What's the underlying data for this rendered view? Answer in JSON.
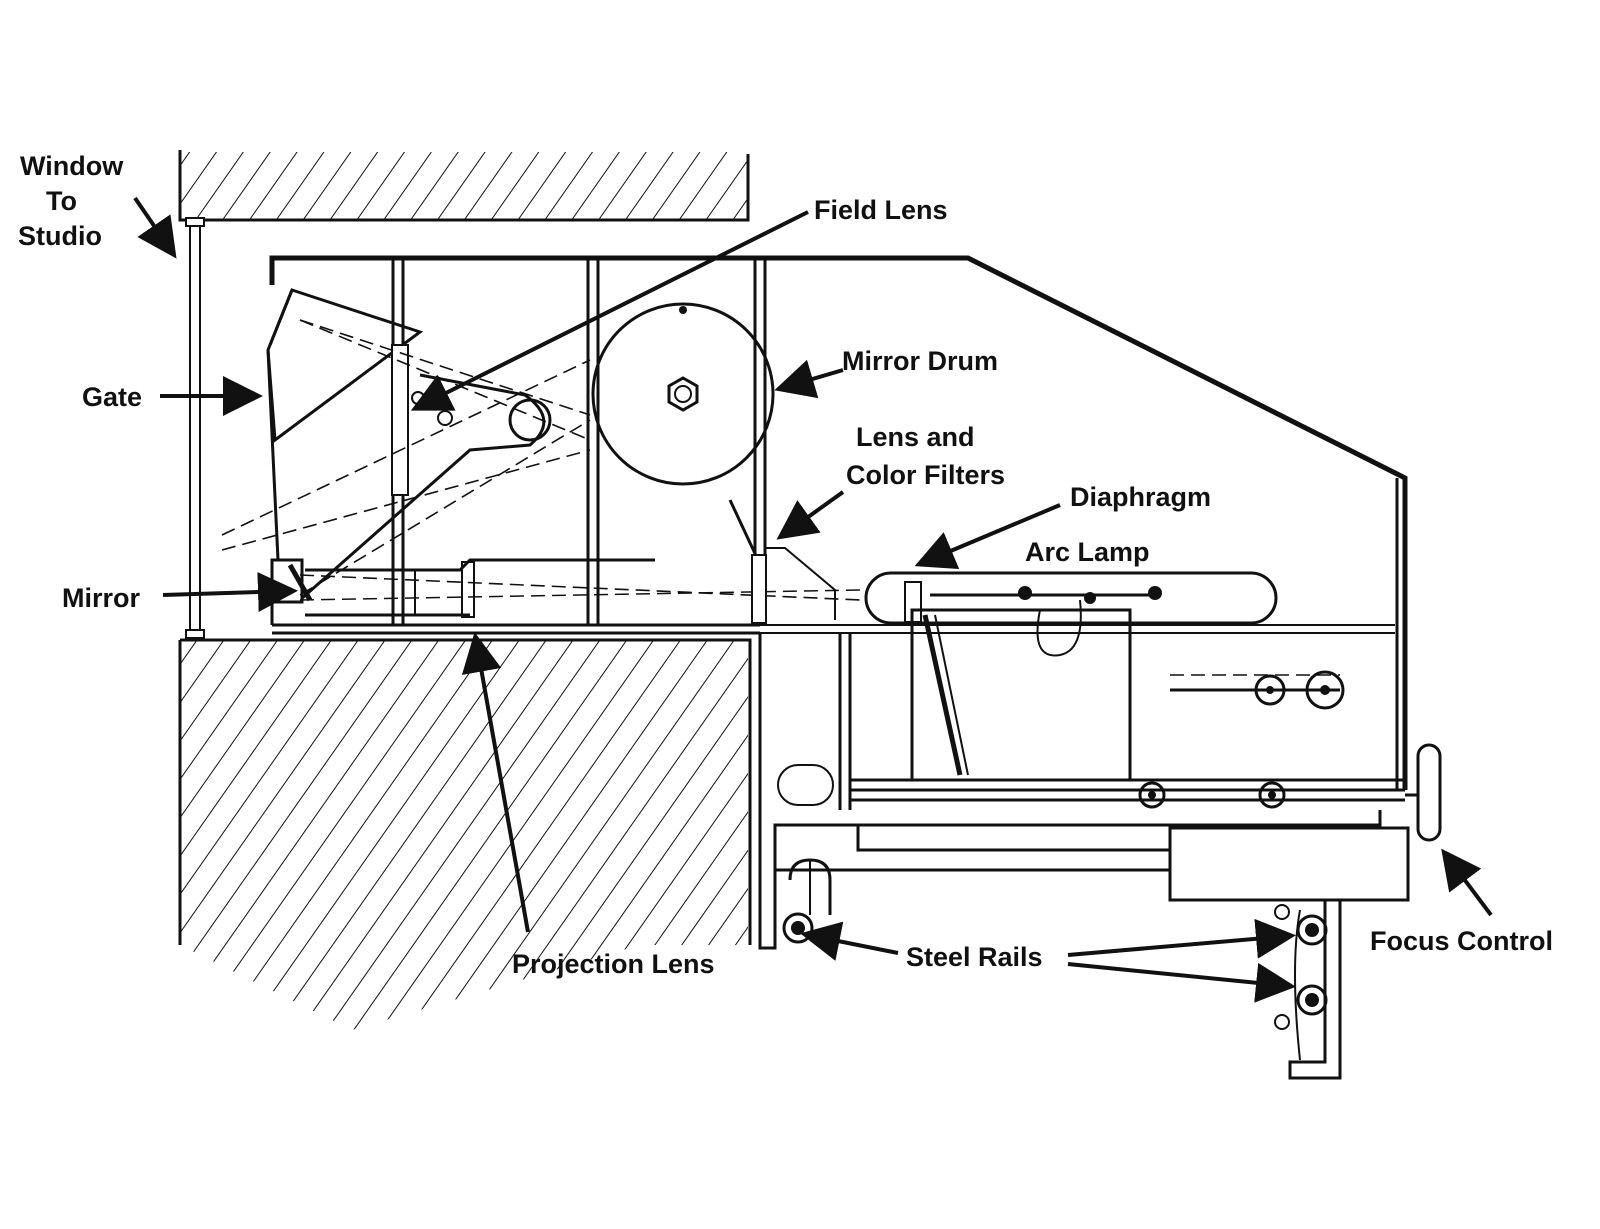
{
  "diagram": {
    "labels": {
      "window_line1": "Window",
      "window_line2": "To",
      "window_line3": "Studio",
      "field_lens": "Field Lens",
      "gate": "Gate",
      "mirror_drum": "Mirror Drum",
      "lens_filters_line1": "Lens and",
      "lens_filters_line2": "Color Filters",
      "diaphragm": "Diaphragm",
      "arc_lamp": "Arc Lamp",
      "mirror": "Mirror",
      "projection_lens": "Projection Lens",
      "steel_rails": "Steel Rails",
      "focus_control": "Focus Control"
    },
    "colors": {
      "ink": "#111111",
      "background": "#ffffff"
    }
  }
}
